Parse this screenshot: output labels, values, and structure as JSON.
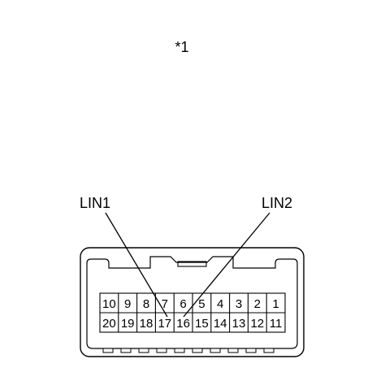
{
  "marker": "*1",
  "labels": {
    "lin1": "LIN1",
    "lin2": "LIN2"
  },
  "pins": {
    "top_row": [
      "10",
      "9",
      "8",
      "7",
      "6",
      "5",
      "4",
      "3",
      "2",
      "1"
    ],
    "bottom_row": [
      "20",
      "19",
      "18",
      "17",
      "16",
      "15",
      "14",
      "13",
      "12",
      "11"
    ]
  },
  "colors": {
    "line": "#000000",
    "background": "#ffffff"
  }
}
